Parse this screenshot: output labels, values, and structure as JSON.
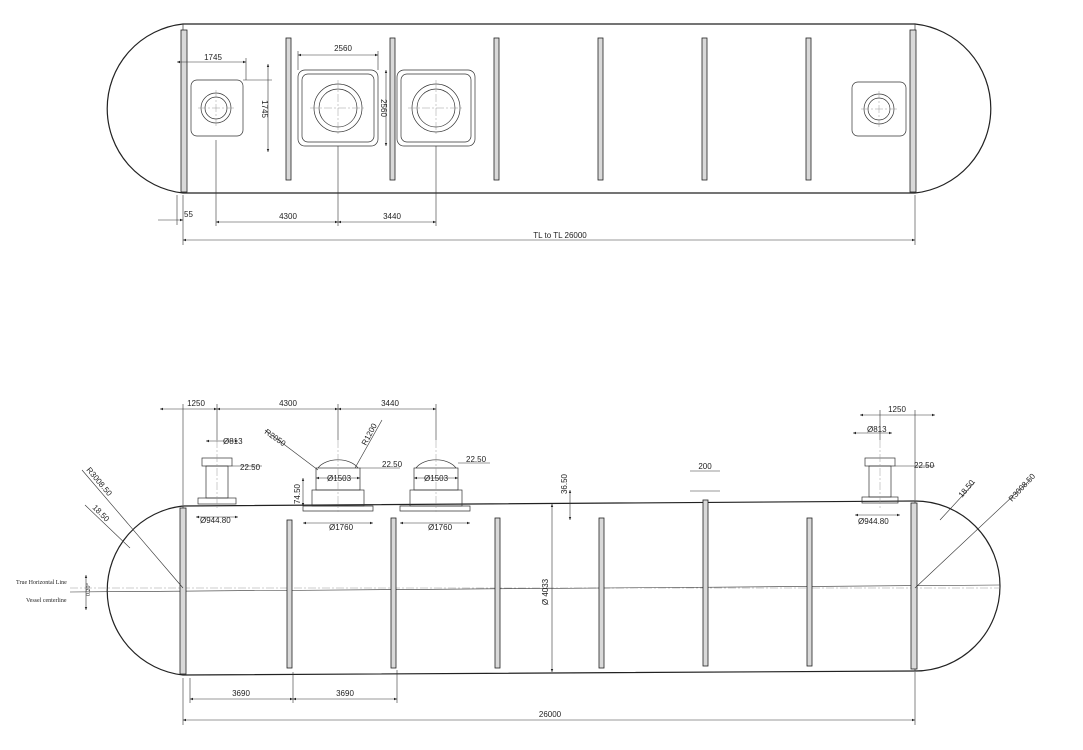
{
  "top_view": {
    "dims": {
      "pad_width": "1745",
      "pad_height": "1745",
      "manway_width": "2560",
      "manway_height": "2560",
      "offset_1": "4300",
      "offset_2": "3440",
      "end_offset": "55",
      "overall": "TL to TL 26000"
    }
  },
  "side_view": {
    "dims": {
      "top_1250_left": "1250",
      "top_4300": "4300",
      "top_3440": "3440",
      "top_1250_right": "1250",
      "nozzle_dia_left": "Ø813",
      "nozzle_dia_right": "Ø813",
      "thk_22_50_a": "22.50",
      "thk_22_50_b": "22.50",
      "thk_22_50_c": "22.50",
      "thk_22_50_d": "22.50",
      "radius_2050": "R2050",
      "radius_1200": "R1200",
      "dome_dia_1": "Ø1503",
      "dome_dia_2": "Ø1503",
      "base_dia_1": "Ø1760",
      "base_dia_2": "Ø1760",
      "flange_dia_left": "Ø944.80",
      "flange_dia_right": "Ø944.80",
      "height_74_50": "74.50",
      "shell_36_50": "36.50",
      "stiff_200": "200",
      "shell_dia": "Ø 4033",
      "head_radius_left": "R3008.50",
      "head_radius_right": "R3008.50",
      "head_thk_left": "18.50",
      "head_thk_right": "18.50",
      "tilt": "0.20°",
      "bottom_3690_a": "3690",
      "bottom_3690_b": "3690",
      "overall": "26000"
    },
    "labels": {
      "true_horizontal": "True Horizontal Line",
      "vessel_centerline": "Vessel centerline"
    }
  }
}
